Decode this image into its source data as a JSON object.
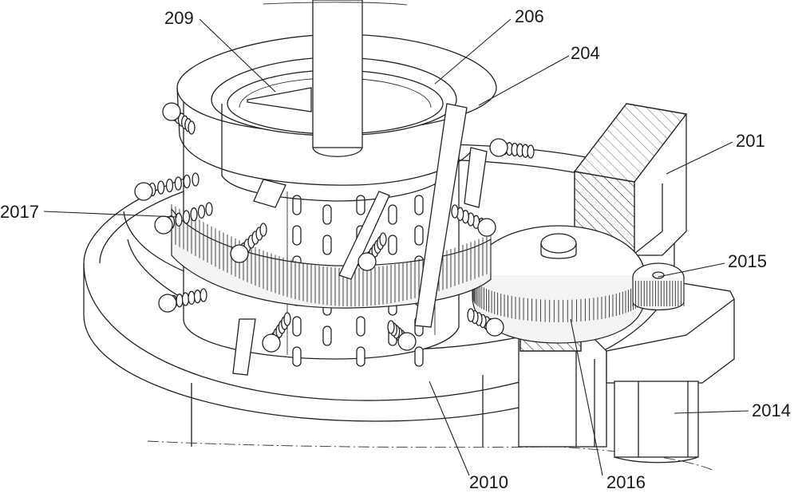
{
  "figure": {
    "labels": [
      {
        "id": "label-209",
        "text": "209"
      },
      {
        "id": "label-206",
        "text": "206"
      },
      {
        "id": "label-204",
        "text": "204"
      },
      {
        "id": "label-201",
        "text": "201"
      },
      {
        "id": "label-2017",
        "text": "2017"
      },
      {
        "id": "label-2015",
        "text": "2015"
      },
      {
        "id": "label-2014",
        "text": "2014"
      },
      {
        "id": "label-2010",
        "text": "2010"
      },
      {
        "id": "label-2016",
        "text": "2016"
      }
    ]
  }
}
